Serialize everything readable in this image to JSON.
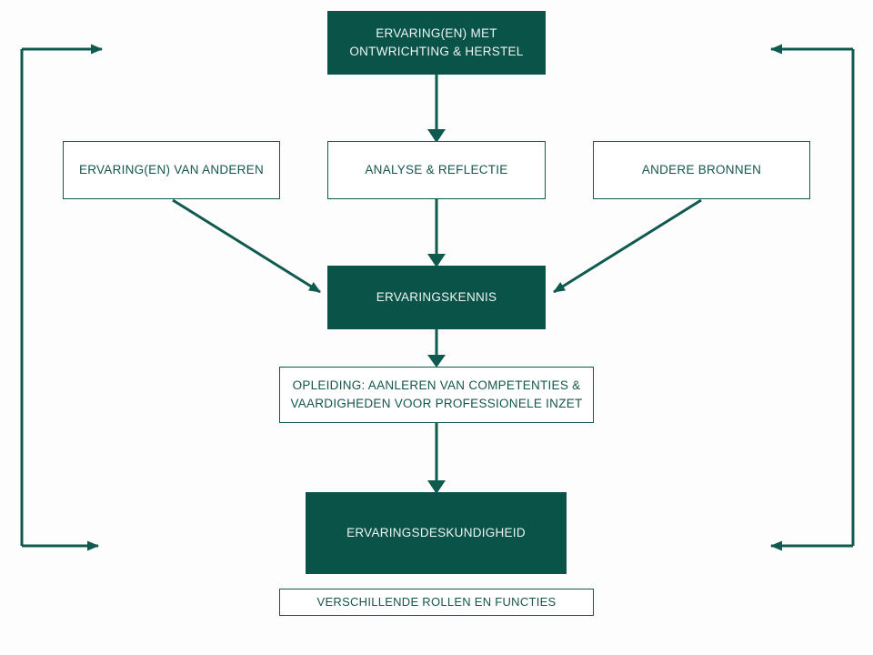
{
  "diagram": {
    "title": "Ervaringsdeskundigheid processchema",
    "colors": {
      "fill_dark": "#0a5349",
      "stroke": "#0f5a4f",
      "text_on_dark": "#eef5f3",
      "text_on_light": "#14554c",
      "background": "#fdfdfd"
    },
    "nodes": [
      {
        "id": "experience",
        "label": "ERVARING(EN) MET\nONTWRICHTING & HERSTEL",
        "style": "filled"
      },
      {
        "id": "others",
        "label": "ERVARING(EN) VAN ANDEREN",
        "style": "outline"
      },
      {
        "id": "analysis",
        "label": "ANALYSE & REFLECTIE",
        "style": "outline"
      },
      {
        "id": "sources",
        "label": "ANDERE BRONNEN",
        "style": "outline"
      },
      {
        "id": "expknowledge",
        "label": "ERVARINGSKENNIS",
        "style": "filled"
      },
      {
        "id": "training",
        "label": "OPLEIDING: AANLEREN VAN COMPETENTIES &\nVAARDIGHEDEN VOOR PROFESSIONELE INZET",
        "style": "outline"
      },
      {
        "id": "expertise",
        "label": "ERVARINGSDESKUNDIGHEID",
        "style": "filled"
      },
      {
        "id": "roles",
        "label": "VERSCHILLENDE ROLLEN EN FUNCTIES",
        "style": "outline"
      }
    ],
    "edges": [
      {
        "id": "experience-to-analysis",
        "from": "experience",
        "to": "analysis",
        "kind": "straight-down"
      },
      {
        "id": "analysis-to-expknowledge",
        "from": "analysis",
        "to": "expknowledge",
        "kind": "straight-down"
      },
      {
        "id": "others-to-expknowledge",
        "from": "others",
        "to": "expknowledge",
        "kind": "diagonal-down-right"
      },
      {
        "id": "sources-to-expknowledge",
        "from": "sources",
        "to": "expknowledge",
        "kind": "diagonal-down-left"
      },
      {
        "id": "expknowledge-to-training",
        "from": "expknowledge",
        "to": "training",
        "kind": "straight-down"
      },
      {
        "id": "training-to-expertise",
        "from": "training",
        "to": "expertise",
        "kind": "straight-down"
      },
      {
        "id": "loop-left-top",
        "from": "left-rail",
        "to": "experience",
        "kind": "elbow-right"
      },
      {
        "id": "loop-left-bottom",
        "from": "left-rail",
        "to": "expertise",
        "kind": "elbow-right"
      },
      {
        "id": "loop-right-top",
        "from": "right-rail",
        "to": "experience",
        "kind": "elbow-left"
      },
      {
        "id": "loop-right-bottom",
        "from": "right-rail",
        "to": "expertise",
        "kind": "elbow-left"
      }
    ]
  }
}
